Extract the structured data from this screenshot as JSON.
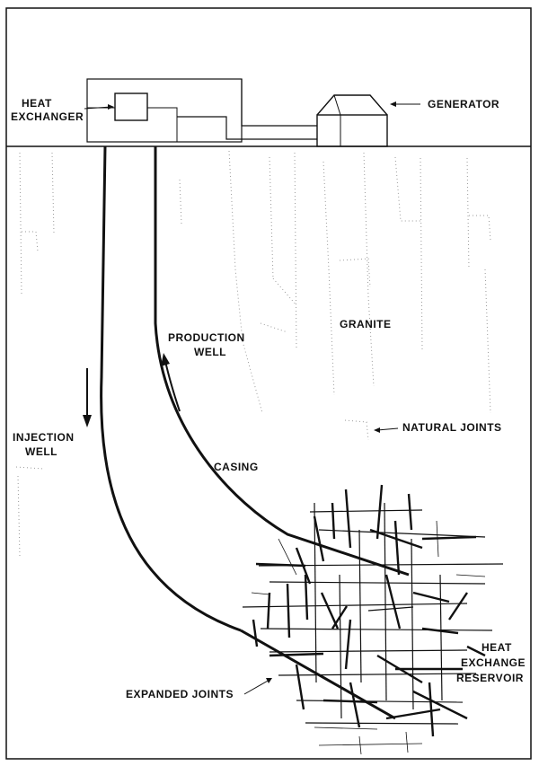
{
  "labels": {
    "heat_exchanger": [
      "HEAT",
      "EXCHANGER"
    ],
    "generator": "GENERATOR",
    "production_well": [
      "PRODUCTION",
      "WELL"
    ],
    "granite": "GRANITE",
    "natural_joints": "NATURAL JOINTS",
    "injection_well": [
      "INJECTION",
      "WELL"
    ],
    "casing": "CASING",
    "heat_exchange_reservoir": [
      "HEAT",
      "EXCHANGE",
      "RESERVOIR"
    ],
    "expanded_joints": "EXPANDED JOINTS"
  },
  "colors": {
    "ink": "#111111",
    "joint_dots": "#9a9a9a",
    "background": "#ffffff"
  }
}
